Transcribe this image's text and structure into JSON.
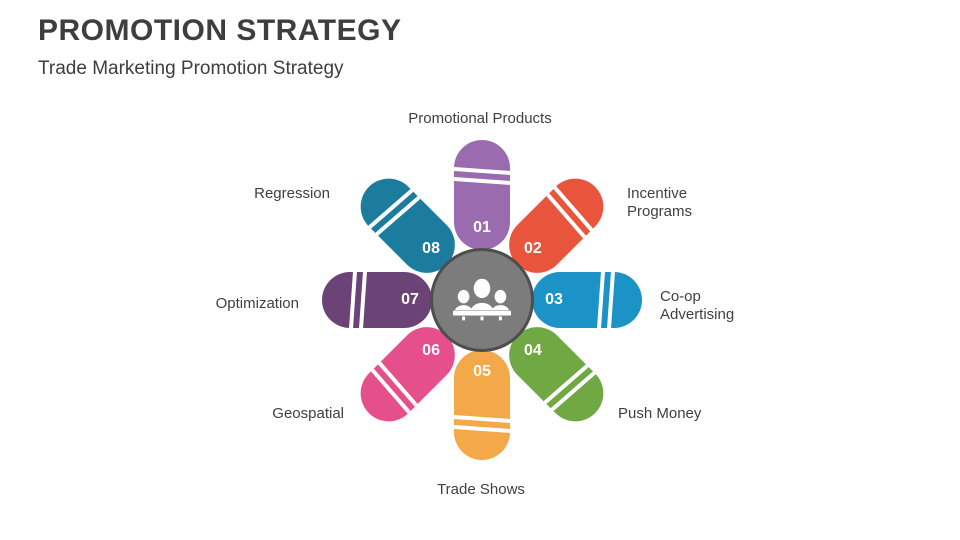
{
  "slide": {
    "title": "PROMOTION STRATEGY",
    "subtitle": "Trade Marketing Promotion Strategy"
  },
  "diagram": {
    "center": {
      "icon": "people-group-icon",
      "fill_color": "#7c7c7c",
      "border_color": "#4e4e4e"
    },
    "items": [
      {
        "number": "01",
        "label": "Promotional Products",
        "color": "#9a6bae",
        "angle": 0
      },
      {
        "number": "02",
        "label": "Incentive Programs",
        "color": "#e8543c",
        "angle": 45
      },
      {
        "number": "03",
        "label": "Co-op Advertising",
        "color": "#1b93c6",
        "angle": 90
      },
      {
        "number": "04",
        "label": "Push Money",
        "color": "#70a844",
        "angle": 135
      },
      {
        "number": "05",
        "label": "Trade Shows",
        "color": "#f3a84a",
        "angle": 180
      },
      {
        "number": "06",
        "label": "Geospatial",
        "color": "#e44f8c",
        "angle": 225
      },
      {
        "number": "07",
        "label": "Optimization",
        "color": "#6b4377",
        "angle": 270
      },
      {
        "number": "08",
        "label": "Regression",
        "color": "#1b7c9e",
        "angle": 315
      }
    ]
  }
}
